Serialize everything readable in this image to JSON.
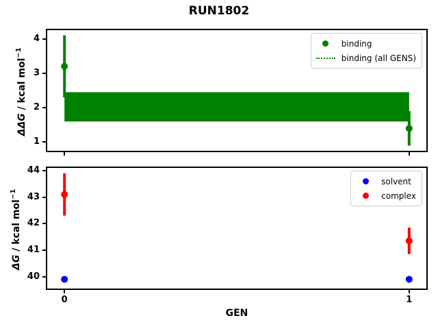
{
  "title": "RUN1802",
  "chart_data": [
    {
      "type": "scatter",
      "xlabel": "",
      "ylabel": {
        "math": "ΔΔG",
        "rest": " / kcal mol",
        "sup": "−1"
      },
      "xlim": [
        -0.05,
        1.05
      ],
      "ylim": [
        0.75,
        4.25
      ],
      "xticks": [
        0,
        1
      ],
      "yticks": [
        1,
        2,
        3,
        4
      ],
      "show_xticklabels": false,
      "grid": false,
      "legend_position": "upper right",
      "series": [
        {
          "name": "binding",
          "kind": "errorbar-scatter",
          "color": "#008000",
          "x": [
            0,
            1
          ],
          "y": [
            3.2,
            1.4
          ],
          "yerr": [
            0.9,
            0.5
          ]
        },
        {
          "name": "binding (all GENS)",
          "kind": "band",
          "color": "#008000",
          "linestyle": "dotted",
          "x": [
            0,
            1
          ],
          "y_low": 1.6,
          "y_high": 2.45
        }
      ]
    },
    {
      "type": "scatter",
      "xlabel": "GEN",
      "ylabel": {
        "math": "ΔG",
        "rest": " / kcal mol",
        "sup": "−1"
      },
      "xlim": [
        -0.05,
        1.05
      ],
      "ylim": [
        39.55,
        44.1
      ],
      "xticks": [
        0,
        1
      ],
      "yticks": [
        40,
        41,
        42,
        43,
        44
      ],
      "show_xticklabels": true,
      "grid": false,
      "legend_position": "upper right",
      "series": [
        {
          "name": "solvent",
          "kind": "errorbar-scatter",
          "color": "#0000ff",
          "x": [
            0,
            1
          ],
          "y": [
            39.9,
            39.9
          ],
          "yerr": [
            0.05,
            0.05
          ]
        },
        {
          "name": "complex",
          "kind": "errorbar-scatter",
          "color": "#ff0000",
          "x": [
            0,
            1
          ],
          "y": [
            43.1,
            41.35
          ],
          "yerr": [
            0.8,
            0.5
          ]
        }
      ]
    }
  ]
}
